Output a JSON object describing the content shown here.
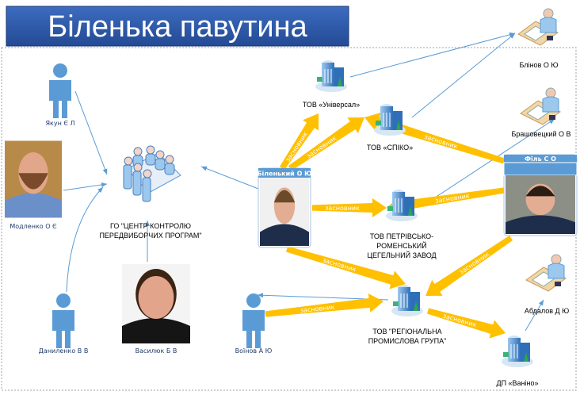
{
  "title": "Біленька павутина",
  "colors": {
    "title_bg": "#2e5aa8",
    "founder_arrow": "#ffc000",
    "link": "#5b9bd5",
    "person": "#5b9bd5"
  },
  "nodes": [
    {
      "id": "yakun",
      "type": "person-icon",
      "label": [
        "Якун Є Л"
      ]
    },
    {
      "id": "modlenko",
      "type": "photo",
      "label": [
        "Модленко О Є"
      ]
    },
    {
      "id": "go",
      "type": "meeting-icon",
      "label": [
        "ГО \"ЦЕНТР КОНТРОЛЮ",
        "ПЕРЕДВИБОРЧИХ ПРОГРАМ\""
      ]
    },
    {
      "id": "danylenko",
      "type": "person-icon",
      "label": [
        "Даниленко В В"
      ]
    },
    {
      "id": "vasyliuk",
      "type": "photo",
      "label": [
        "Василюк Б В"
      ]
    },
    {
      "id": "voinov",
      "type": "person-icon",
      "label": [
        "Воїнов А Ю"
      ]
    },
    {
      "id": "bilenky",
      "type": "card",
      "label": [
        "Біленький О Ю"
      ]
    },
    {
      "id": "fil",
      "type": "card",
      "label": [
        "Філь С О"
      ]
    },
    {
      "id": "universal",
      "type": "building-icon",
      "label": [
        "ТОВ «Універсал»"
      ]
    },
    {
      "id": "spiko",
      "type": "building-icon",
      "label": [
        "ТОВ «СПІКО»"
      ]
    },
    {
      "id": "petrivske",
      "type": "building-icon",
      "label": [
        "ТОВ ПЕТРІВСЬКО-",
        "РОМЕНСЬКИЙ",
        "ЦЕГЕЛЬНИЙ ЗАВОД"
      ]
    },
    {
      "id": "regional",
      "type": "building-icon",
      "label": [
        "ТОВ \"РЕГІОНАЛЬНА",
        "ПРОМИСЛОВА ГРУПА\""
      ]
    },
    {
      "id": "vanino",
      "type": "building-icon",
      "label": [
        "ДП «Ваніно»"
      ]
    },
    {
      "id": "blinov",
      "type": "desk-icon",
      "label": [
        "Блінов О Ю"
      ]
    },
    {
      "id": "brashovetsky",
      "type": "desk-icon",
      "label": [
        "Брашовецкий О В"
      ]
    },
    {
      "id": "abdalov",
      "type": "desk-icon",
      "label": [
        "Абдалов Д Ю"
      ]
    }
  ],
  "founder_edges": [
    {
      "from": "bilenky",
      "to": "universal",
      "label": "засновник"
    },
    {
      "from": "bilenky",
      "to": "spiko",
      "label": "засновник"
    },
    {
      "from": "bilenky",
      "to": "petrivske",
      "label": "засновник"
    },
    {
      "from": "bilenky",
      "to": "regional",
      "label": "засновник"
    },
    {
      "from": "fil",
      "to": "spiko",
      "label": "засновник"
    },
    {
      "from": "fil",
      "to": "petrivske",
      "label": "засновник"
    },
    {
      "from": "fil",
      "to": "regional",
      "label": "засновник"
    },
    {
      "from": "voinov",
      "to": "regional",
      "label": "засновник"
    },
    {
      "from": "regional",
      "to": "vanino",
      "label": "засновник"
    }
  ],
  "links": [
    {
      "from": "universal",
      "to": "blinov"
    },
    {
      "from": "spiko",
      "to": "blinov"
    },
    {
      "from": "petrivske",
      "to": "brashovetsky"
    },
    {
      "from": "yakun",
      "to": "go"
    },
    {
      "from": "modlenko",
      "to": "go"
    },
    {
      "from": "danylenko",
      "to": "go"
    },
    {
      "from": "vasyliuk",
      "to": "go"
    },
    {
      "from": "bilenky",
      "to": "go"
    },
    {
      "from": "regional",
      "to": "voinov"
    },
    {
      "from": "vanino",
      "to": "abdalov"
    }
  ]
}
